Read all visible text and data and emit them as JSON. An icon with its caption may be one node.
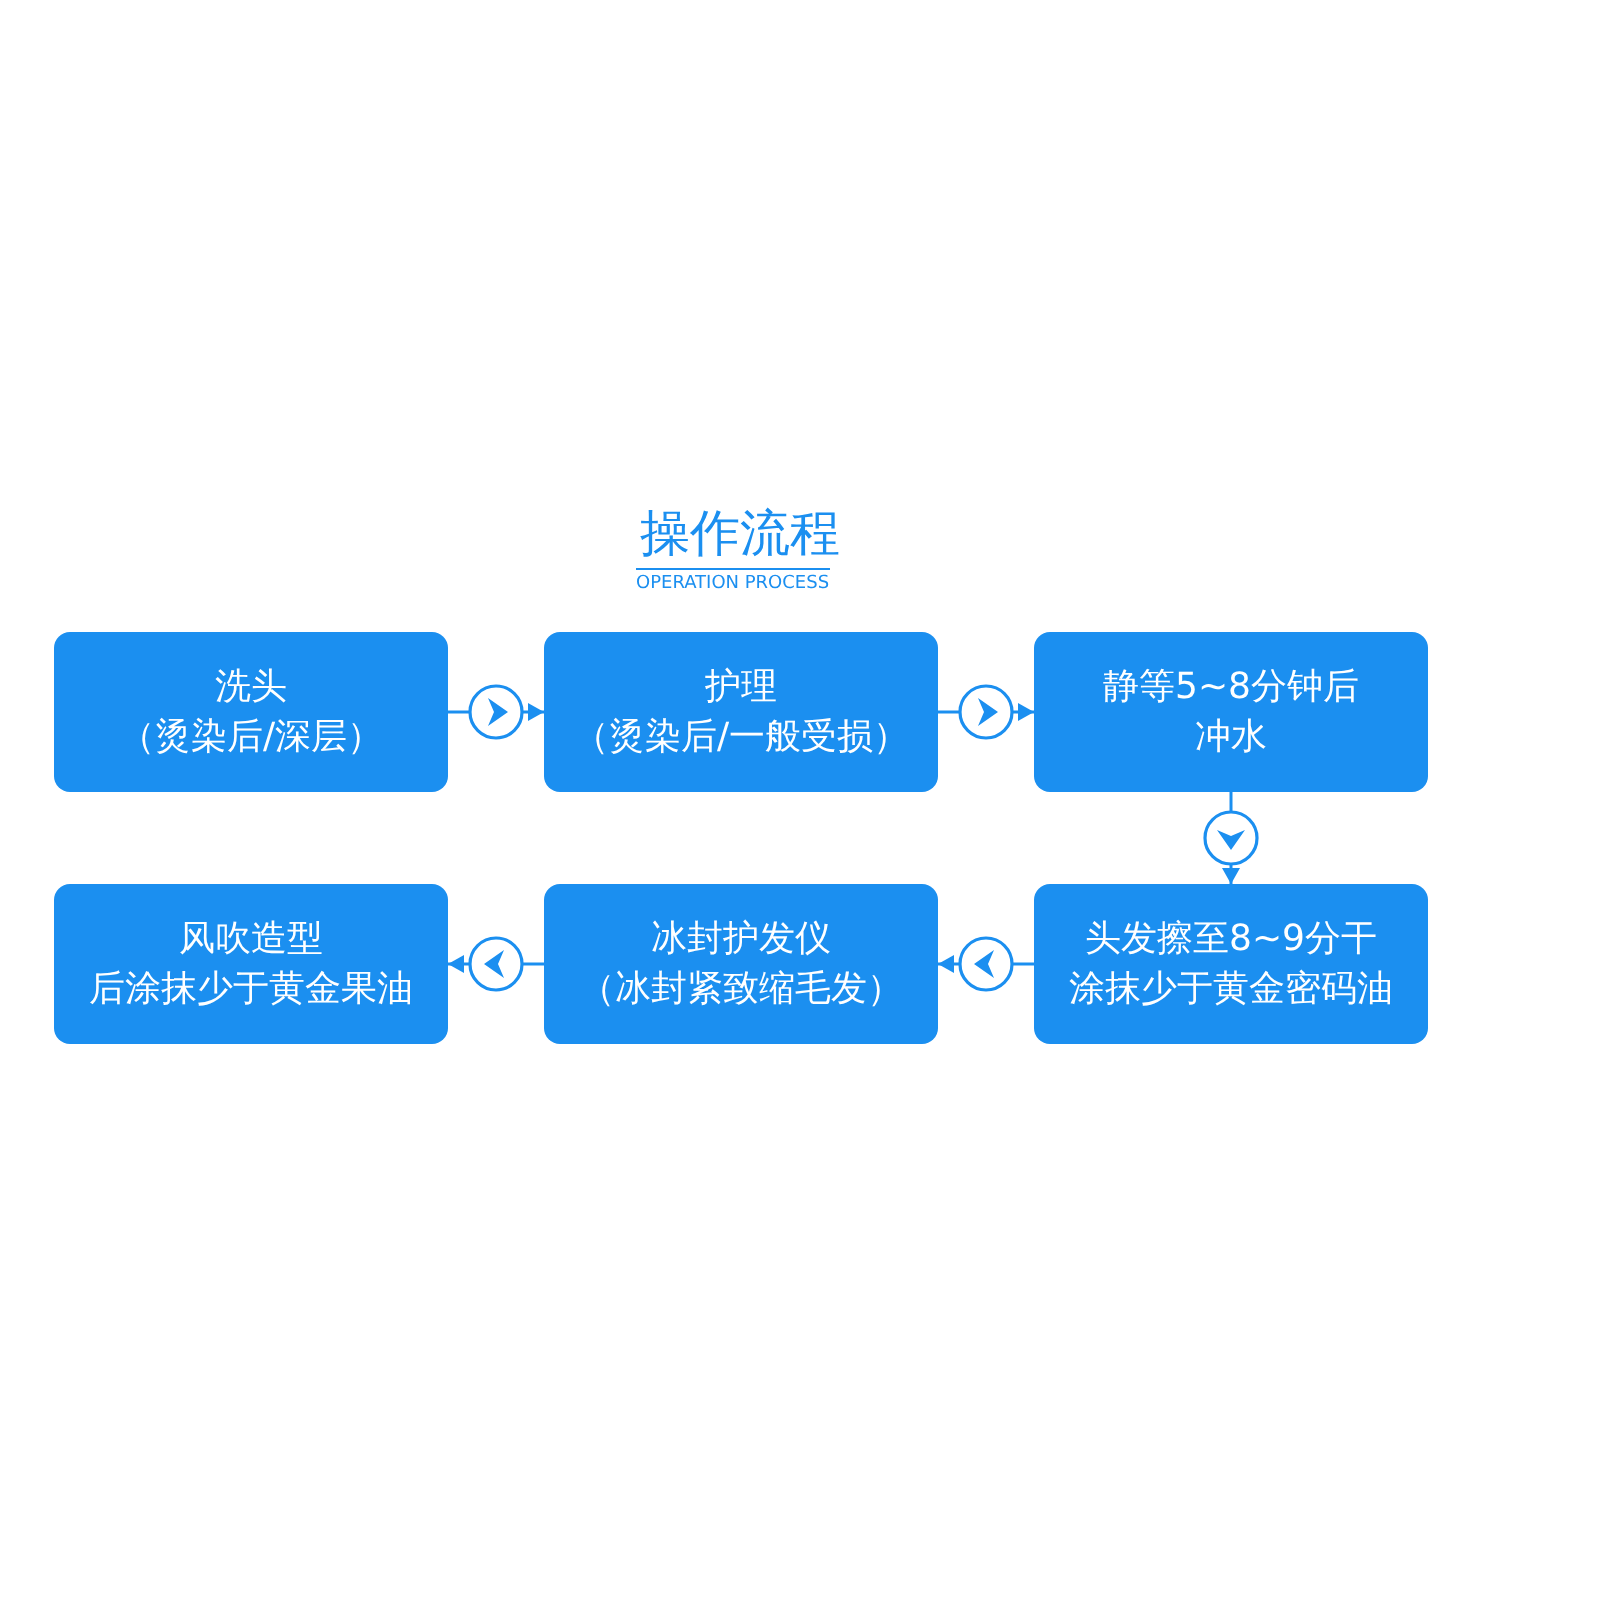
{
  "diagram": {
    "title": "操作流程",
    "nodes": [
      {
        "text": [
          "洗头（烫染后/深层）"
        ]
      },
      {
        "text": [
          "护理（烫染后/一般受损）"
        ]
      },
      {
        "text": [
          "静等5~8分钟后冲水"
        ]
      },
      {
        "text": [
          "风吹造型后涂抹少于黄金果油"
        ]
      },
      {
        "text": [
          "冰封护发仪（冰封紧致缩毛发）"
        ]
      },
      {
        "text": [
          "头发擦至8~9分干涂抹少于黄金密码油"
        ]
      }
    ],
    "edges": [
      {
        "from": 0,
        "to": 1,
        "arrow": "to"
      },
      {
        "from": 1,
        "to": 2,
        "arrow": "to"
      },
      {
        "from": 2,
        "to": 5,
        "arrow": "to"
      },
      {
        "from": 5,
        "to": 4,
        "arrow": "to"
      },
      {
        "from": 4,
        "to": 3,
        "arrow": "to"
      }
    ],
    "labels": [
      "OPERATION PROCESS"
    ]
  }
}
